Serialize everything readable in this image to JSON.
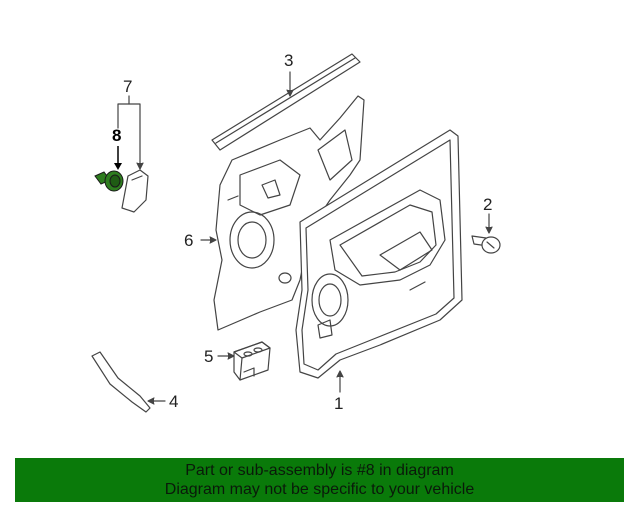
{
  "callouts": {
    "c1": "1",
    "c2": "2",
    "c3": "3",
    "c4": "4",
    "c5": "5",
    "c6": "6",
    "c7": "7",
    "c8": "8"
  },
  "highlighted_part": "8",
  "colors": {
    "banner_bg": "#0a7a0a",
    "highlight_part": "#2e7d1f",
    "line_art": "#444444"
  },
  "banner": {
    "line1": "Part or sub-assembly is #8 in diagram",
    "line2": "Diagram may not be specific to your vehicle"
  }
}
